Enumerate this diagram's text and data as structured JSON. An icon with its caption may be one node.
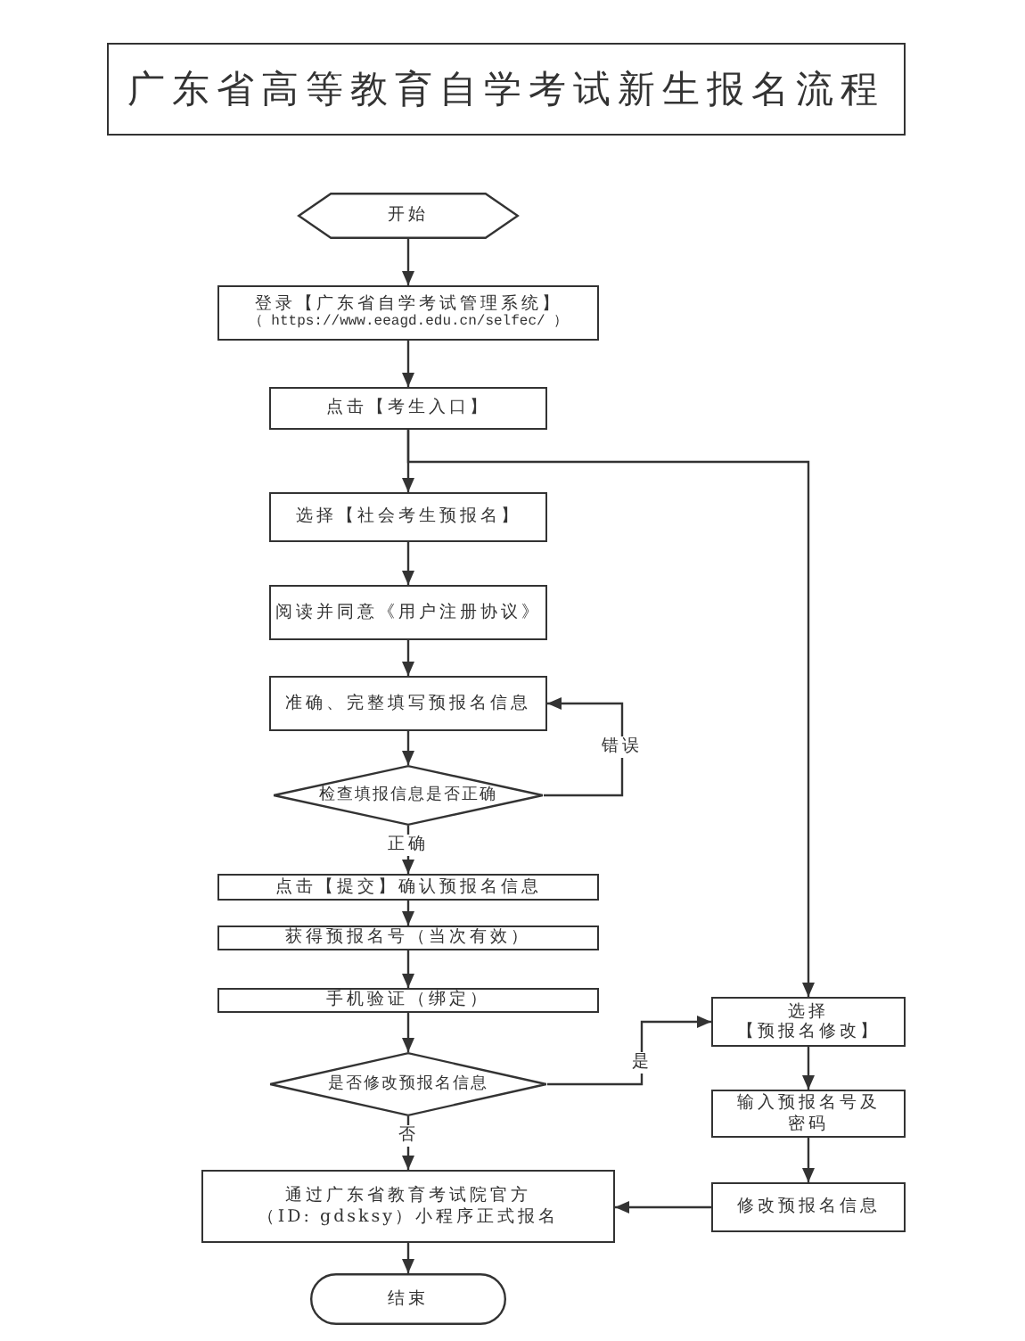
{
  "diagram": {
    "title": "广东省高等教育自学考试新生报名流程",
    "nodes": [
      {
        "text": [
          "开始"
        ]
      },
      {
        "text": [
          "登录【广东省自学考试管理系统】",
          "（ https://www.eeagd.edu.cn/selfec/ ）"
        ]
      },
      {
        "text": [
          "点击【考生入口】"
        ]
      },
      {
        "text": [
          "选择【社会考生预报名】"
        ]
      },
      {
        "text": [
          "阅读并同意《用户注册协议》"
        ]
      },
      {
        "text": [
          "准确、完整填写预报名信息"
        ]
      },
      {
        "text": [
          "检查填报信息是否正确"
        ]
      },
      {
        "text": [
          "点击【提交】确认预报名信息"
        ]
      },
      {
        "text": [
          "获得预报名号（当次有效）"
        ]
      },
      {
        "text": [
          "手机验证（绑定）"
        ]
      },
      {
        "text": [
          "是否修改预报名信息"
        ]
      },
      {
        "text": [
          "通过广东省教育考试院官方（ID: gdsksy）小程序正式报名"
        ]
      },
      {
        "text": [
          "结束"
        ]
      },
      {
        "text": [
          "选择",
          "【预报名修改】"
        ]
      },
      {
        "text": [
          "输入预报名号及密码"
        ]
      },
      {
        "text": [
          "修改预报名信息"
        ]
      }
    ],
    "edges": [
      {
        "from": 0,
        "to": 1,
        "arrow": "to"
      },
      {
        "from": 1,
        "to": 2,
        "arrow": "to"
      },
      {
        "from": 2,
        "to": 3,
        "arrow": "to"
      },
      {
        "from": 2,
        "to": 13,
        "arrow": "to"
      },
      {
        "from": 3,
        "to": 4,
        "arrow": "to"
      },
      {
        "from": 4,
        "to": 5,
        "arrow": "to"
      },
      {
        "from": 5,
        "to": 6,
        "arrow": "to"
      },
      {
        "from": 6,
        "to": 5,
        "arrow": "to",
        "label": "错误"
      },
      {
        "from": 6,
        "to": 7,
        "arrow": "to",
        "label": "正确"
      },
      {
        "from": 7,
        "to": 8,
        "arrow": "to"
      },
      {
        "from": 8,
        "to": 9,
        "arrow": "to"
      },
      {
        "from": 9,
        "to": 10,
        "arrow": "to"
      },
      {
        "from": 10,
        "to": 13,
        "arrow": "to",
        "label": "是"
      },
      {
        "from": 10,
        "to": 11,
        "arrow": "to",
        "label": "否"
      },
      {
        "from": 11,
        "to": 12,
        "arrow": "to"
      },
      {
        "from": 13,
        "to": 14,
        "arrow": "to"
      },
      {
        "from": 14,
        "to": 15,
        "arrow": "to"
      },
      {
        "from": 15,
        "to": 11,
        "arrow": "to"
      }
    ]
  }
}
